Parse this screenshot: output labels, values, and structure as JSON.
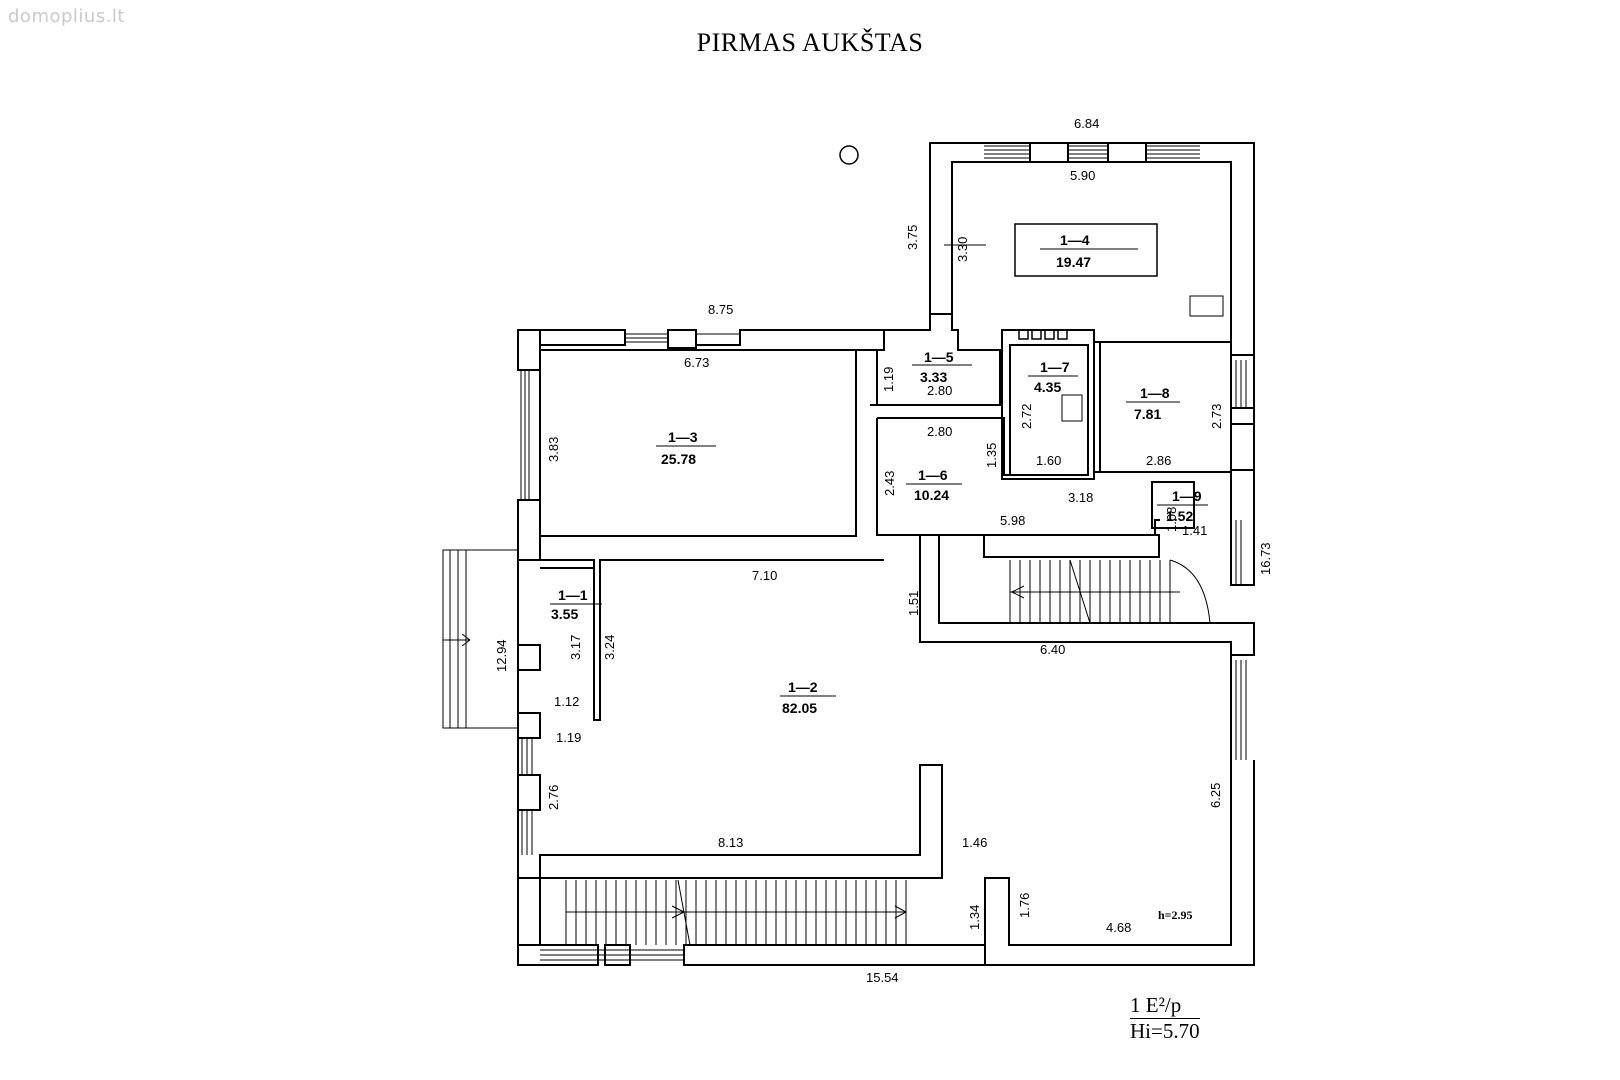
{
  "watermark": "domoplius.lt",
  "title": "PIRMAS AUKŠTAS",
  "rooms": [
    {
      "code": "1—1",
      "area": "3.55"
    },
    {
      "code": "1—2",
      "area": "82.05"
    },
    {
      "code": "1—3",
      "area": "25.78"
    },
    {
      "code": "1—4",
      "area": "19.47"
    },
    {
      "code": "1—5",
      "area": "3.33"
    },
    {
      "code": "1—6",
      "area": "10.24"
    },
    {
      "code": "1—7",
      "area": "4.35"
    },
    {
      "code": "1—8",
      "area": "7.81"
    },
    {
      "code": "1—9",
      "area": "1.52"
    }
  ],
  "dimensions": {
    "d_684": "6.84",
    "d_590": "5.90",
    "d_375": "3.75",
    "d_330": "3.30",
    "d_875": "8.75",
    "d_673": "6.73",
    "d_383": "3.83",
    "d_119v": "1.19",
    "d_280a": "2.80",
    "d_280b": "2.80",
    "d_272": "2.72",
    "d_273": "2.73",
    "d_135": "1.35",
    "d_160": "1.60",
    "d_286": "2.86",
    "d_243": "2.43",
    "d_318": "3.18",
    "d_108": "1.08",
    "d_141": "1.41",
    "d_598": "5.98",
    "d_1673": "16.73",
    "d_710": "7.10",
    "d_151": "1.51",
    "d_640": "6.40",
    "d_1294": "12.94",
    "d_317": "3.17",
    "d_324": "3.24",
    "d_112": "1.12",
    "d_119h": "1.19",
    "d_276": "2.76",
    "d_625": "6.25",
    "d_813": "8.13",
    "d_146": "1.46",
    "d_176": "1.76",
    "d_134": "1.34",
    "d_468": "4.68",
    "d_1554": "15.54"
  },
  "height_note": "h=2.95",
  "scale_note": {
    "line1": "1 E²/p",
    "line2": "Hi=5.70"
  }
}
